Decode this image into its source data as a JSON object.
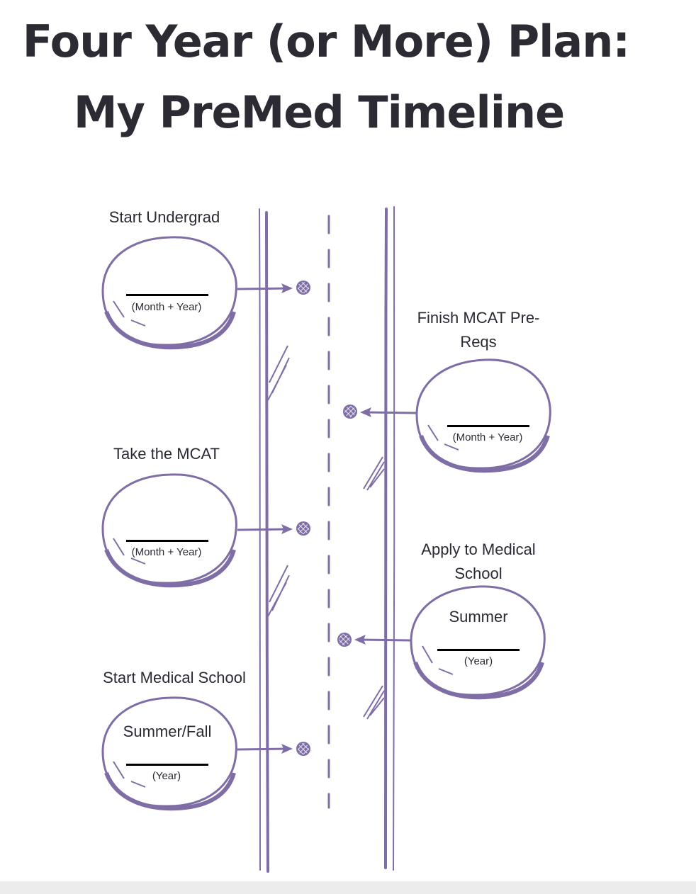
{
  "title": {
    "line1": "Four Year (or More) Plan:",
    "line2": "My PreMed Timeline"
  },
  "colors": {
    "accent": "#7f6ea6",
    "ink": "#2b2933",
    "blank_line": "#000000"
  },
  "milestones": [
    {
      "label": "Start Undergrad",
      "inner": "",
      "sub": "(Month + Year)",
      "side": "left"
    },
    {
      "label": "Finish MCAT Pre-Reqs",
      "label_line1": "Finish MCAT Pre-",
      "label_line2": "Reqs",
      "inner": "",
      "sub": "(Month + Year)",
      "side": "right"
    },
    {
      "label": "Take the MCAT",
      "inner": "",
      "sub": "(Month + Year)",
      "side": "left"
    },
    {
      "label": "Apply to Medical School",
      "label_line1": "Apply to Medical",
      "label_line2": "School",
      "inner": "Summer",
      "sub": "(Year)",
      "side": "right"
    },
    {
      "label": "Start Medical School",
      "inner": "Summer/Fall",
      "sub": "(Year)",
      "side": "left"
    }
  ]
}
